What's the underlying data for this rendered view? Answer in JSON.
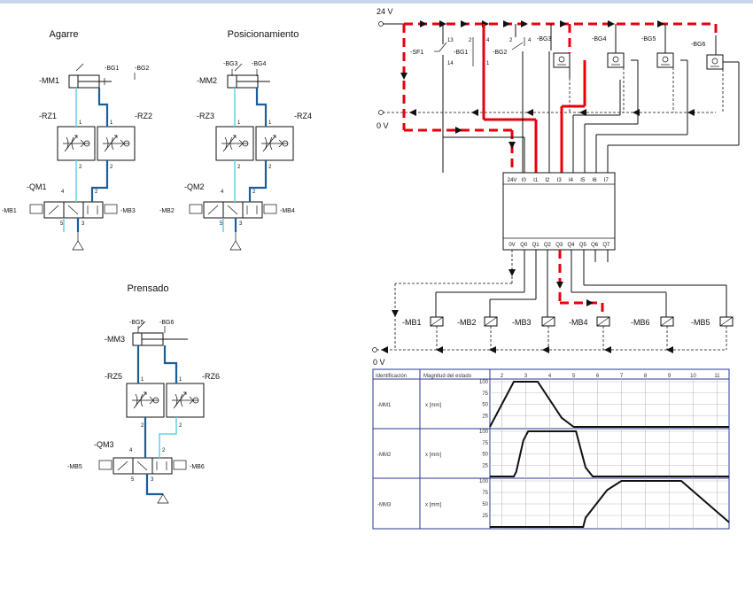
{
  "pneumatic": {
    "titles": {
      "grip": "Agarre",
      "position": "Posicionamiento",
      "press": "Prensado"
    },
    "cylinders": [
      "-MM1",
      "-MM2",
      "-MM3"
    ],
    "throttles": [
      "-RZ1",
      "-RZ2",
      "-RZ3",
      "-RZ4",
      "-RZ5",
      "-RZ6"
    ],
    "valves": [
      "-QM1",
      "-QM2",
      "-QM3"
    ],
    "solenoids": [
      "-MB1",
      "-MB3",
      "-MB2",
      "-MB4",
      "-MB5",
      "-MB6"
    ],
    "sensors": [
      "-BG1",
      "-BG2",
      "-BG3",
      "-BG4",
      "-BG5",
      "-BG6"
    ],
    "ports": [
      "1",
      "2",
      "4",
      "5",
      "3"
    ]
  },
  "electric": {
    "supply": "24 V",
    "ground": "0 V",
    "ground_bottom": "0 V",
    "inputs_components": [
      "-SF1",
      "-BG1",
      "-BG2",
      "-BG3",
      "-BG4",
      "-BG5",
      "-BG6"
    ],
    "contact_numbers": [
      "13",
      "14",
      "2",
      "4",
      "1"
    ],
    "plc_inputs": [
      "24V",
      "I0",
      "I1",
      "I2",
      "I3",
      "I4",
      "I5",
      "I6",
      "I7"
    ],
    "plc_outputs": [
      "0V",
      "Q0",
      "Q1",
      "Q2",
      "Q3",
      "Q4",
      "Q5",
      "Q6",
      "Q7"
    ],
    "coils": [
      "-MB1",
      "-MB2",
      "-MB3",
      "-MB4",
      "-MB6",
      "-MB5"
    ]
  },
  "chart_data": {
    "type": "line",
    "headers": {
      "identification": "Identificación",
      "magnitude": "Magnitud del estado"
    },
    "x_ticks": [
      "2",
      "3",
      "4",
      "5",
      "6",
      "7",
      "8",
      "9",
      "10",
      "11"
    ],
    "y_ticks": [
      "100",
      "75",
      "50",
      "25"
    ],
    "xlim": [
      1.5,
      11.5
    ],
    "ylim": [
      0,
      100
    ],
    "series": [
      {
        "name": "-MM1",
        "unit": "x [mm]",
        "points": [
          [
            1.5,
            0
          ],
          [
            2.5,
            100
          ],
          [
            3.5,
            100
          ],
          [
            4.5,
            20
          ],
          [
            5,
            0
          ],
          [
            11.5,
            0
          ]
        ]
      },
      {
        "name": "-MM2",
        "unit": "x [mm]",
        "points": [
          [
            1.5,
            0
          ],
          [
            2.5,
            0
          ],
          [
            2.6,
            10
          ],
          [
            2.9,
            80
          ],
          [
            3.1,
            100
          ],
          [
            5.1,
            100
          ],
          [
            5.5,
            20
          ],
          [
            5.8,
            0
          ],
          [
            11.5,
            0
          ]
        ]
      },
      {
        "name": "-MM3",
        "unit": "x [mm]",
        "points": [
          [
            1.5,
            0
          ],
          [
            5.4,
            0
          ],
          [
            5.5,
            20
          ],
          [
            6.4,
            80
          ],
          [
            7,
            100
          ],
          [
            9.5,
            100
          ],
          [
            11.5,
            10
          ]
        ]
      }
    ]
  }
}
